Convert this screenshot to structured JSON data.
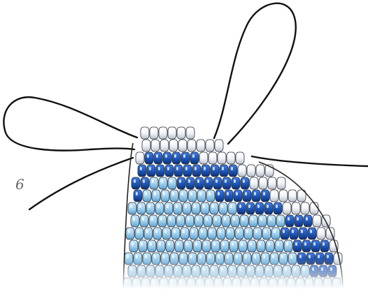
{
  "step_label": "6",
  "colors": {
    "background": "#ffffff",
    "thread": "#111111",
    "bead_white": "#f1f3f6",
    "bead_white_shade": "#c9ced6",
    "bead_dark_blue": "#1d56b8",
    "bead_dark_blue_shade": "#0f3a86",
    "bead_light_blue": "#9fd0ee",
    "bead_light_blue_shade": "#63a9d8",
    "label_gray": "#6a6a6a"
  },
  "illustration": {
    "subject": "beadwork",
    "icons": [
      "thread-loop-left",
      "thread-loop-right",
      "thread-tail-left",
      "thread-tail-right",
      "peyote-bead-rows"
    ]
  }
}
